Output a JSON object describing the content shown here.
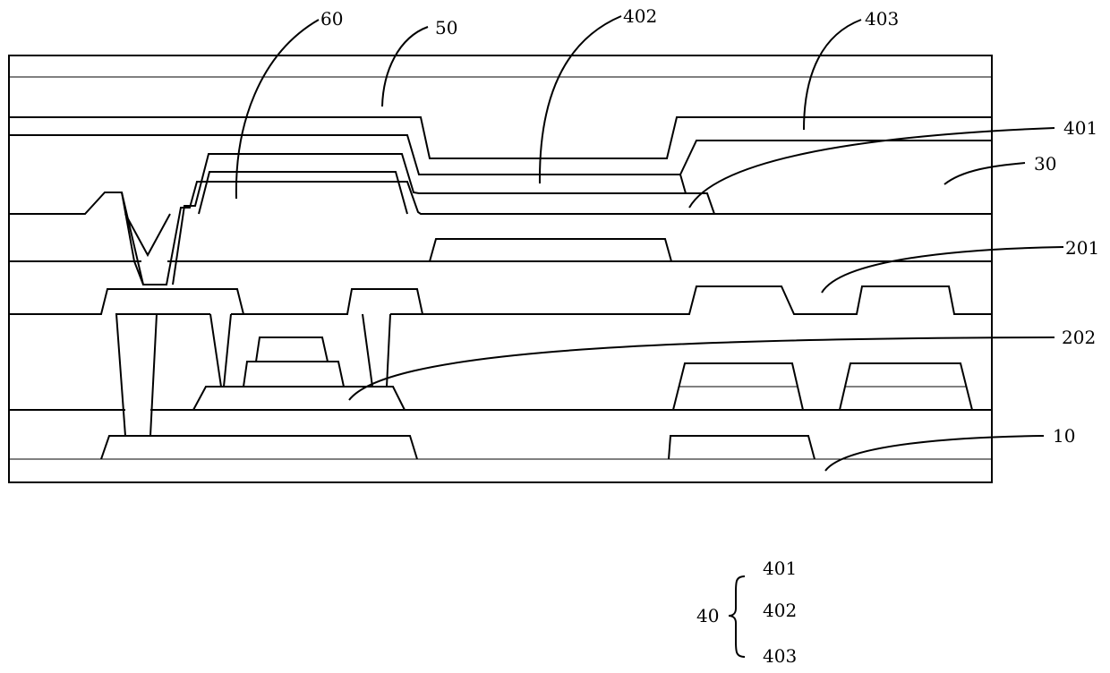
{
  "labels": {
    "l60": "60",
    "l50": "50",
    "l402": "402",
    "l403": "403",
    "l401": "401",
    "l30": "30",
    "l201": "201",
    "l202": "202",
    "l10": "10"
  },
  "legend": {
    "group": "40",
    "items": [
      "401",
      "402",
      "403"
    ]
  }
}
